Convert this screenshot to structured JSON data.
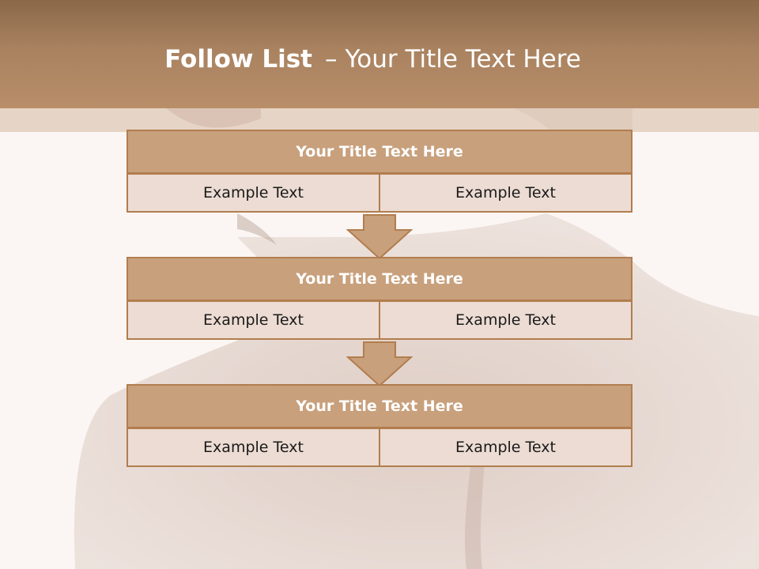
{
  "slide": {
    "title_bold": "Follow List",
    "title_dash": "–",
    "title_rest": "Your Title Text Here"
  },
  "steps": [
    {
      "title": "Your Title Text Here",
      "left": "Example Text",
      "right": "Example Text"
    },
    {
      "title": "Your Title Text Here",
      "left": "Example Text",
      "right": "Example Text"
    },
    {
      "title": "Your Title Text Here",
      "left": "Example Text",
      "right": "Example Text"
    }
  ],
  "icons": {
    "arrows": [
      "arrow-down-icon",
      "arrow-down-icon"
    ]
  },
  "colors": {
    "header": "#b98e69",
    "box_title_fill": "#c8a07c",
    "box_cell_fill": "#ecdcd3",
    "box_border": "#b27d4e",
    "title_text": "#ffffff",
    "cell_text": "#1a1a1a"
  }
}
